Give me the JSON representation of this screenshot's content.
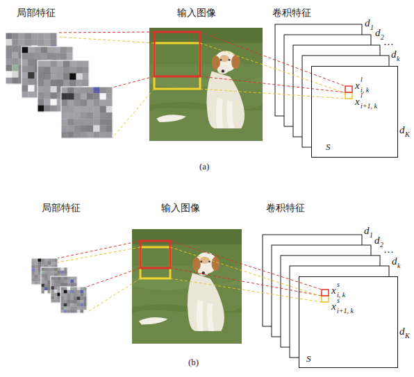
{
  "diagram": {
    "nodes": [
      {
        "text": [
          "S"
        ]
      },
      {
        "text": [
          "S"
        ]
      }
    ],
    "labels": [
      "局部特征",
      "输入图像",
      "卷积特征",
      "d",
      "1",
      "d",
      "2",
      "…",
      "d",
      "k",
      "x",
      "l",
      "i, k",
      "x",
      "l",
      "i+1, k",
      "d",
      "K",
      "(a)",
      "局部特征",
      "输入图像",
      "卷积特征",
      "d",
      "1",
      "d",
      "2",
      "…",
      "d",
      "k",
      "x",
      "s",
      "i, k",
      "x",
      "s",
      "i+1, k",
      "d",
      "K",
      "(b)"
    ]
  }
}
